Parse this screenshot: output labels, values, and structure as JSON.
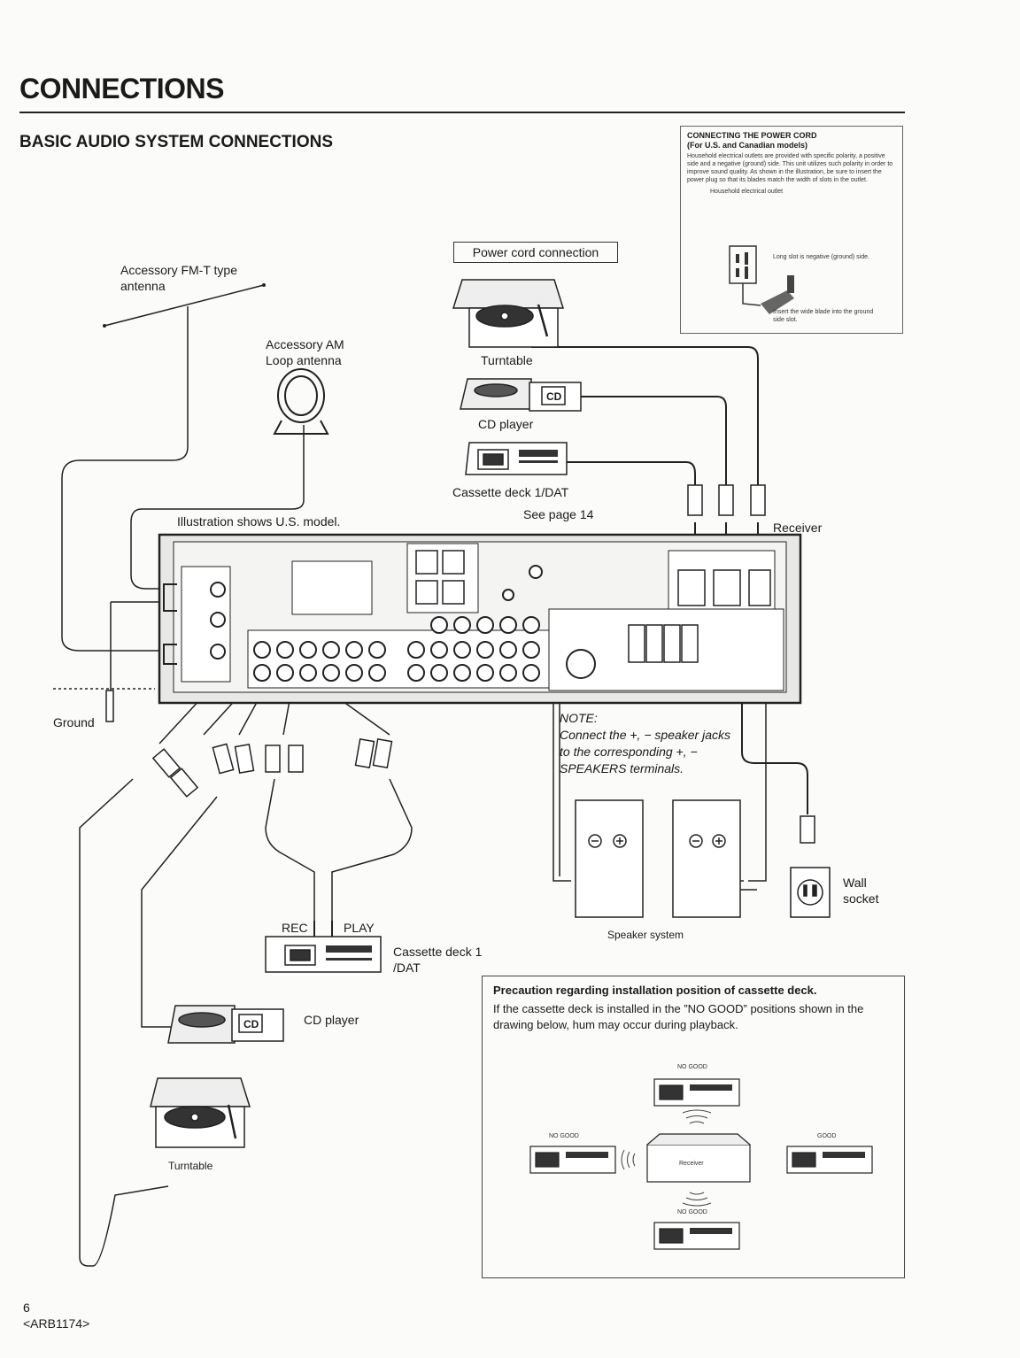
{
  "page": {
    "title": "CONNECTIONS",
    "section_title": "BASIC AUDIO SYSTEM CONNECTIONS",
    "page_number": "6",
    "doc_code": "<ARB1174>"
  },
  "power_box": {
    "heading1": "CONNECTING THE POWER CORD",
    "heading2": "(For U.S. and Canadian models)",
    "text": "Household electrical outlets are provided with specific polarity, a positive side and a negative (ground) side. This unit utilizes such polarity in order to improve sound quality. As shown in the illustration, be sure to insert the power plug so that its blades match the width of slots in the outlet.",
    "outlet_label": "Household electrical outlet",
    "long_slot": "Long slot is negative (ground) side.",
    "wide_blade": "Insert the wide blade into the ground side slot."
  },
  "labels": {
    "power_cord_connection": "Power cord connection",
    "fm_antenna": "Accessory FM-T type antenna",
    "am_antenna": "Accessory AM Loop antenna",
    "turntable_top": "Turntable",
    "cd_top": "CD player",
    "cassette_top": "Cassette deck 1/DAT",
    "see_page": "See page 14",
    "illustration_note": "Illustration shows U.S. model.",
    "receiver": "Receiver",
    "ground": "Ground",
    "note_title": "NOTE:",
    "note_text": "Connect the +, − speaker jacks to the corresponding +, − SPEAKERS terminals.",
    "wall_socket": "Wall socket",
    "speaker_system": "Speaker system",
    "rec": "REC",
    "play": "PLAY",
    "cassette_bottom": "Cassette deck 1 /DAT",
    "cd_bottom": "CD player",
    "turntable_bottom": "Turntable",
    "cd_badge": "CD"
  },
  "precaution": {
    "title": "Precaution regarding installation position of cassette deck.",
    "text": "If the cassette deck is installed in the ”NO GOOD” positions shown in the drawing below, hum may occur during playback.",
    "no_good": "NO GOOD",
    "good": "GOOD",
    "receiver": "Receiver"
  }
}
